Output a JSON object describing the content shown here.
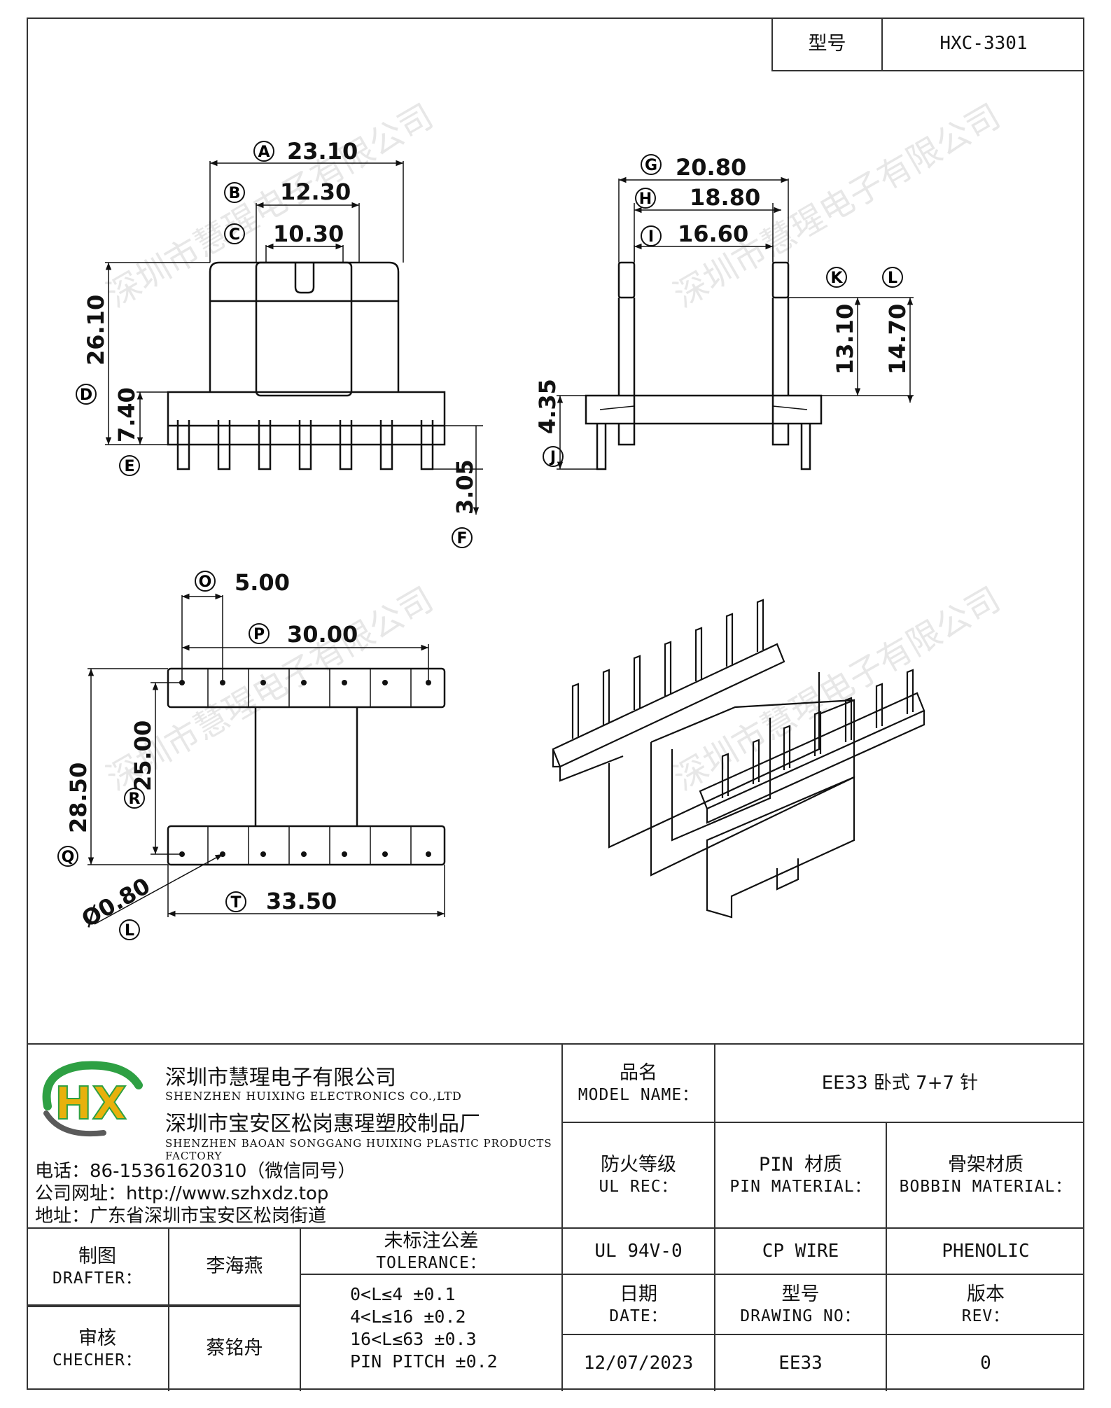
{
  "model_box": {
    "label": "型号",
    "value": "HXC-3301"
  },
  "drawing": {
    "dims": {
      "A": "23.10",
      "B": "12.30",
      "C": "10.30",
      "D": "26.10",
      "E": "7.40",
      "F": "3.05",
      "G": "20.80",
      "H": "18.80",
      "I": "16.60",
      "J": "4.35",
      "K": "13.10",
      "L": "14.70",
      "O": "5.00",
      "P": "30.00",
      "Q": "28.50",
      "R": "25.00",
      "T": "33.50",
      "L2": "Ø0.80"
    },
    "circle_letters": {
      "A": "A",
      "B": "B",
      "C": "C",
      "D": "D",
      "E": "E",
      "F": "F",
      "G": "G",
      "H": "H",
      "I": "I",
      "J": "J",
      "K": "K",
      "L": "L",
      "O": "O",
      "P": "P",
      "Q": "Q",
      "R": "R",
      "T": "T",
      "L2": "L"
    },
    "watermark": "深圳市慧瑆电子有限公司"
  },
  "company": {
    "name_cn": "深圳市慧瑆电子有限公司",
    "name_en": "SHENZHEN HUIXING ELECTRONICS CO.,LTD",
    "factory_cn": "深圳市宝安区松岗惠瑆塑胶制品厂",
    "factory_en": "SHENZHEN BAOAN SONGGANG HUIXING PLASTIC PRODUCTS FACTORY",
    "phone": "电话：86-15361620310（微信同号）",
    "website": "公司网址：http://www.szhxdz.top",
    "address": "地址：广东省深圳市宝安区松岗街道",
    "logo_text": "HX",
    "colors": {
      "green": "#2ea043",
      "yellow": "#e8b10c",
      "gray": "#5a5a5a"
    }
  },
  "title_block": {
    "model_name_cn": "品名",
    "model_name_en": "MODEL NAME：",
    "model_name_value": "EE33 卧式 7+7 针",
    "ul_cn": "防火等级",
    "ul_en": "UL REC：",
    "pin_mat_cn": "PIN 材质",
    "pin_mat_en": "PIN MATERIAL：",
    "bobbin_mat_cn": "骨架材质",
    "bobbin_mat_en": "BOBBIN MATERIAL：",
    "drafter_cn": "制图",
    "drafter_en": "DRAFTER：",
    "drafter_name": "李海燕",
    "tolerance_cn": "未标注公差",
    "tolerance_en": "TOLERANCE：",
    "ul_value": "UL 94V-0",
    "pin_value": "CP WIRE",
    "bobbin_value": "PHENOLIC",
    "checker_cn": "审核",
    "checker_en": "CHECHER：",
    "checker_name": "蔡铭舟",
    "tol_lines": [
      "0<L≤4  ±0.1",
      "4<L≤16 ±0.2",
      "16<L≤63 ±0.3",
      "PIN PITCH ±0.2"
    ],
    "date_cn": "日期",
    "date_en": "DATE：",
    "drawing_no_cn": "型号",
    "drawing_no_en": "DRAWING NO：",
    "rev_cn": "版本",
    "rev_en": "REV：",
    "date_value": "12/07/2023",
    "drawing_no_value": "EE33",
    "rev_value": "0"
  }
}
